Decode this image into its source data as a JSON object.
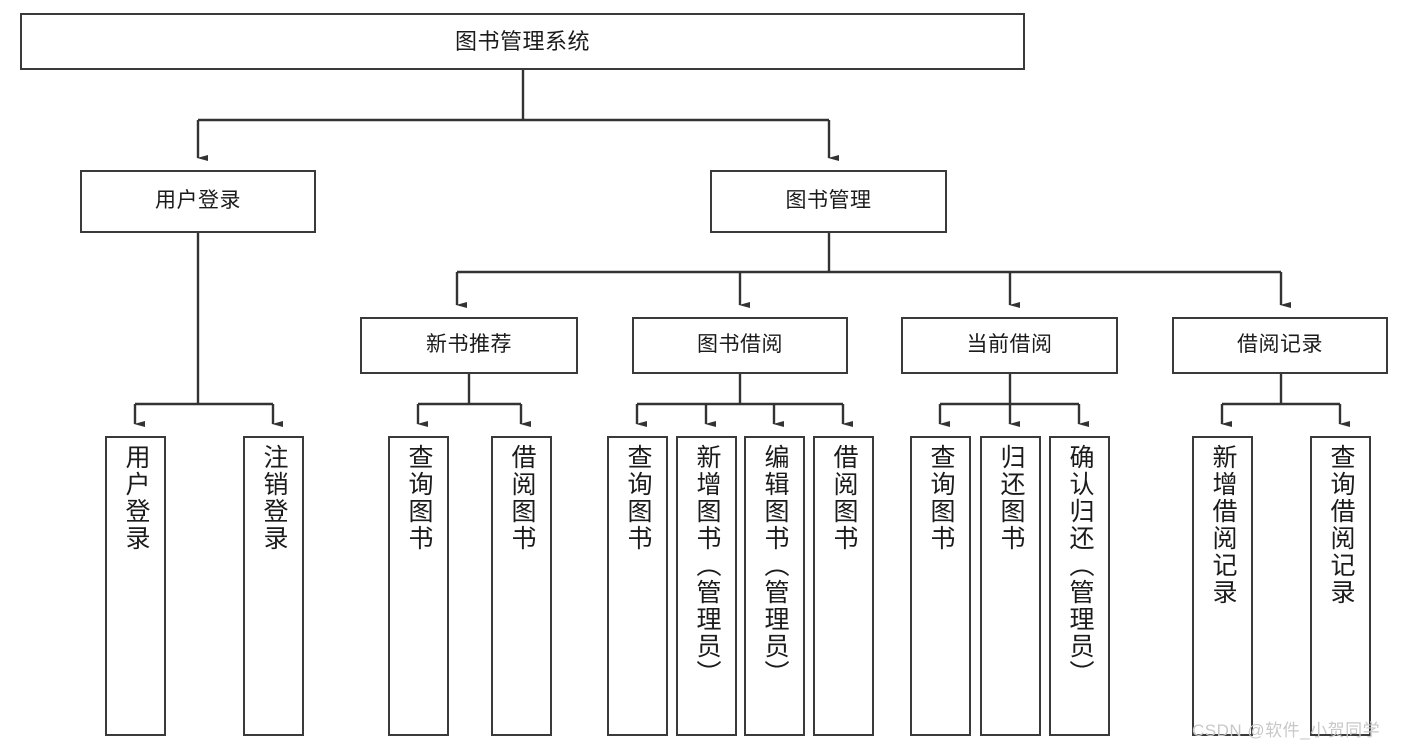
{
  "diagram": {
    "type": "hierarchy-tree",
    "title": "图书管理系统",
    "orientation": "top-down",
    "box_fill": "#ffffff",
    "box_stroke": "#3a3a3a",
    "connector_color": "#333333",
    "levels": 4
  },
  "nodes": {
    "root": {
      "label": "图书管理系统"
    },
    "level2": [
      {
        "label": "用户登录"
      },
      {
        "label": "图书管理"
      }
    ],
    "level3": [
      {
        "label": "新书推荐"
      },
      {
        "label": "图书借阅"
      },
      {
        "label": "当前借阅"
      },
      {
        "label": "借阅记录"
      }
    ],
    "leaves_user_login": [
      {
        "label": "用户登录"
      },
      {
        "label": "注销登录"
      }
    ],
    "leaves_new_book": [
      {
        "label": "查询图书"
      },
      {
        "label": "借阅图书"
      }
    ],
    "leaves_borrow": [
      {
        "label": "查询图书"
      },
      {
        "label": "新增图书（管理员）"
      },
      {
        "label": "编辑图书（管理员）"
      },
      {
        "label": "借阅图书"
      }
    ],
    "leaves_current": [
      {
        "label": "查询图书"
      },
      {
        "label": "归还图书"
      },
      {
        "label": "确认归还（管理员）"
      }
    ],
    "leaves_records": [
      {
        "label": "新增借阅记录"
      },
      {
        "label": "查询借阅记录"
      }
    ]
  },
  "watermark": {
    "text": "CSDN @软件_小贺同学",
    "color": "#c8c8c8"
  }
}
